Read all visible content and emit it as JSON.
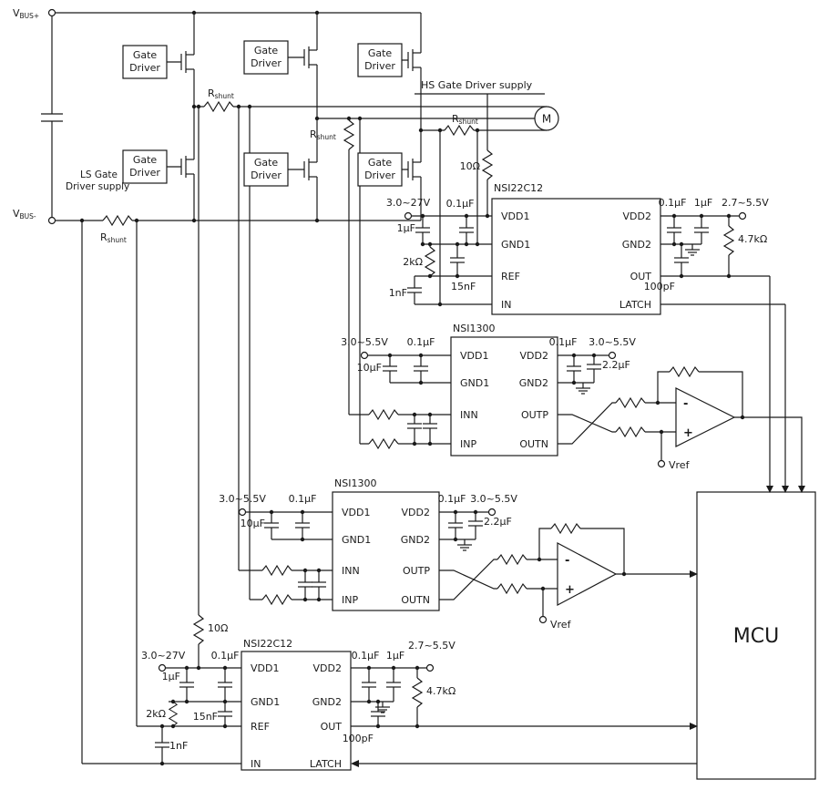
{
  "meta": {
    "background": "#ffffff",
    "ink": "#1a1a1a"
  },
  "labels": {
    "vbus_plus_main": "V",
    "vbus_plus_sub": "BUS+",
    "vbus_minus_main": "V",
    "vbus_minus_sub": "BUS-",
    "gate_driver_line1": "Gate",
    "gate_driver_line2": "Driver",
    "rshunt_main": "R",
    "rshunt_sub": "shunt",
    "hs_supply": "HS Gate Driver supply",
    "ls_supply_line1": "LS Gate",
    "ls_supply_line2": "Driver supply",
    "motor": "M",
    "mcu": "MCU",
    "vref": "Vref",
    "op_minus": "-",
    "op_plus": "+"
  },
  "ics": {
    "nsi22c12": {
      "name": "NSI22C12",
      "pins_left": [
        "VDD1",
        "GND1",
        "REF",
        "IN"
      ],
      "pins_right": [
        "VDD2",
        "GND2",
        "OUT",
        "LATCH"
      ]
    },
    "nsi1300": {
      "name": "NSI1300",
      "pins_left": [
        "VDD1",
        "GND1",
        "INN",
        "INP"
      ],
      "pins_right": [
        "VDD2",
        "GND2",
        "OUTP",
        "OUTN"
      ]
    }
  },
  "values": {
    "v27": "3.0~27V",
    "v55": "3.0~5.5V",
    "v2755": "2.7~5.5V",
    "c01uf": "0.1μF",
    "c1uf": "1μF",
    "c10uf": "10μF",
    "c22uf": "2.2μF",
    "c1nf": "1nF",
    "c15nf": "15nF",
    "c100pf": "100pF",
    "r10": "10Ω",
    "r2k": "2kΩ",
    "r47k": "4.7kΩ"
  }
}
